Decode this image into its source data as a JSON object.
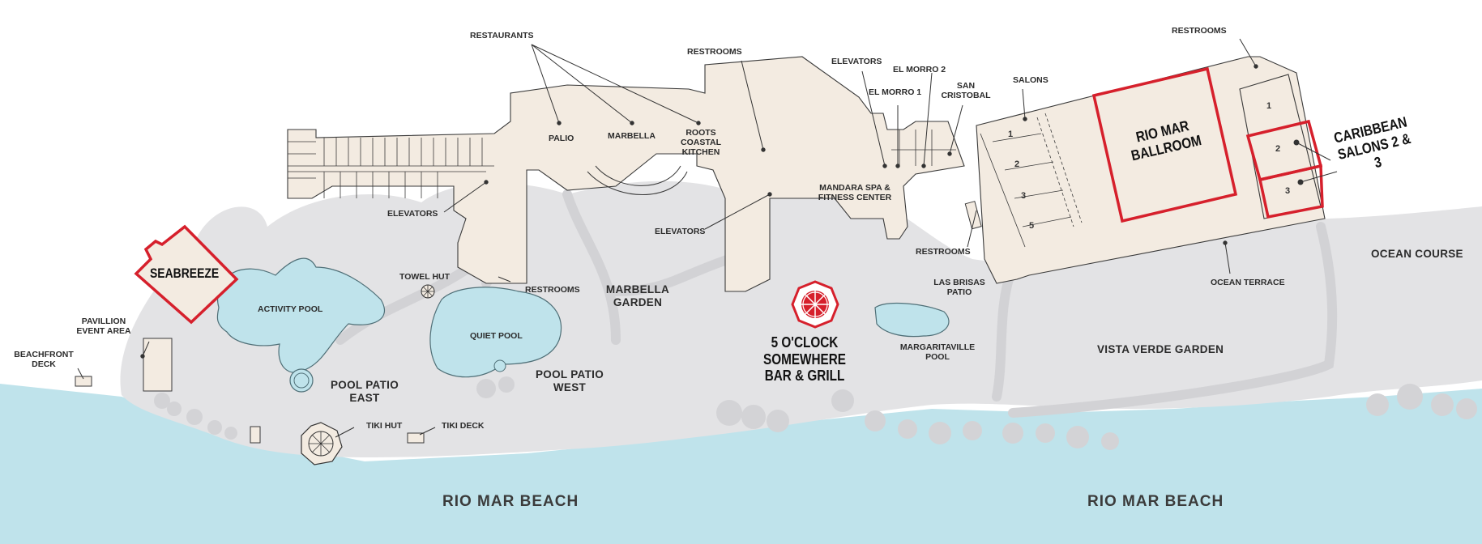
{
  "colors": {
    "water": "#bfe3eb",
    "land": "#e3e3e5",
    "path": "#d7d7d9",
    "building": "#f3ebe1",
    "outline": "#3a3a3a",
    "highlight": "#d6202c"
  },
  "icons": {
    "seabreeze": "shield-outline-icon",
    "towel_hut": "umbrella-icon",
    "tiki_hut": "umbrella-icon",
    "bar_grill": "umbrella-icon"
  },
  "labels": {
    "restaurants": "RESTAURANTS",
    "restrooms_top": "RESTROOMS",
    "elevators_top": "ELEVATORS",
    "el_morro_2": "EL MORRO 2",
    "el_morro_1": "EL MORRO 1",
    "san_cristobal": "SAN CRISTOBAL",
    "salons": "SALONS",
    "restrooms_right": "RESTROOMS",
    "palio": "PALIO",
    "marbella": "MARBELLA",
    "roots": "ROOTS COASTAL KITCHEN",
    "elevators_left": "ELEVATORS",
    "elevators_mid": "ELEVATORS",
    "mandara": "MANDARA SPA & FITNESS CENTER",
    "restrooms_mid": "RESTROOMS",
    "restrooms_bottom": "RESTROOMS",
    "towel_hut": "TOWEL HUT",
    "activity_pool": "ACTIVITY POOL",
    "quiet_pool": "QUIET POOL",
    "marbella_garden": "MARBELLA GARDEN",
    "pool_patio_east": "POOL PATIO EAST",
    "pool_patio_west": "POOL PATIO WEST",
    "las_brisas": "LAS BRISAS PATIO",
    "margaritaville": "MARGARITAVILLE POOL",
    "vista_verde": "VISTA VERDE GARDEN",
    "ocean_terrace": "OCEAN TERRACE",
    "ocean_course": "OCEAN COURSE",
    "pavillion": "PAVILLION EVENT AREA",
    "beachfront_deck": "BEACHFRONT DECK",
    "tiki_hut": "TIKI HUT",
    "tiki_deck": "TIKI DECK",
    "beach_left": "RIO MAR BEACH",
    "beach_right": "RIO MAR BEACH"
  },
  "highlights": {
    "seabreeze": "SEABREEZE",
    "ballroom": "RIO MAR BALLROOM",
    "caribbean": "CARIBBEAN SALONS 2 & 3",
    "bar_grill": "5 O'CLOCK SOMEWHERE BAR & GRILL"
  },
  "salon_numbers": [
    "1",
    "2",
    "3",
    "5"
  ],
  "caribbean_numbers": [
    "1",
    "2",
    "3"
  ]
}
